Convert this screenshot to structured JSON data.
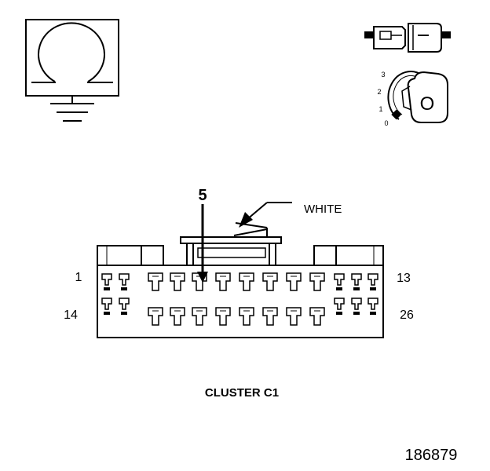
{
  "connector": {
    "caption": "CLUSTER C1",
    "color_callout": "WHITE",
    "pointer_pin": "5",
    "row1_left": "1",
    "row1_right": "13",
    "row2_left": "14",
    "row2_right": "26"
  },
  "ohmmeter_icon": {
    "symbol": "Ω"
  },
  "ignition_switch": {
    "positions": [
      "3",
      "2",
      "1",
      "0"
    ],
    "key_label": "O"
  },
  "figure_number": "186879",
  "colors": {
    "ink": "#000000",
    "paper": "#ffffff"
  }
}
